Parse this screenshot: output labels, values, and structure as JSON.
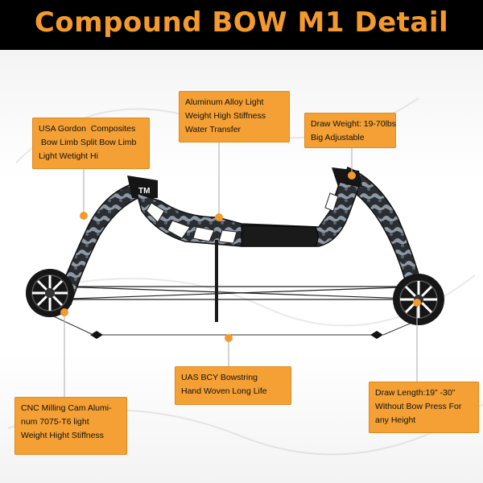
{
  "title": "Compound BOW M1 Detail",
  "callouts": {
    "limb": [
      "USA Gordon  Composites",
      " Bow Limb Split Bow Limb",
      "Light Wetight Hi"
    ],
    "riser": [
      "Aluminum Alloy Light",
      "Weight High Stiffness",
      "Water Transfer"
    ],
    "draw_weight": [
      "Draw Weight: 19-70lbs",
      "Big Adjustable"
    ],
    "bowstring": [
      "UAS BCY Bowstring",
      "Hand Woven Long Life"
    ],
    "cam": [
      "CNC Milling Cam Alumi-",
      "num 7075-T6 light",
      "Weight Hight Stiffness"
    ],
    "draw_length": [
      "Draw Length:19” -30”",
      "Without Bow Press For",
      "any Height"
    ]
  },
  "limb_logo_text": "TM",
  "colors": {
    "title_bg": "#000000",
    "title_text": "#f49a2c",
    "callout_bg": "#f4a034",
    "marker": "#f49a2c",
    "bow_dark": "#1c1c1c",
    "bow_camo_light": "#8d98a4"
  }
}
